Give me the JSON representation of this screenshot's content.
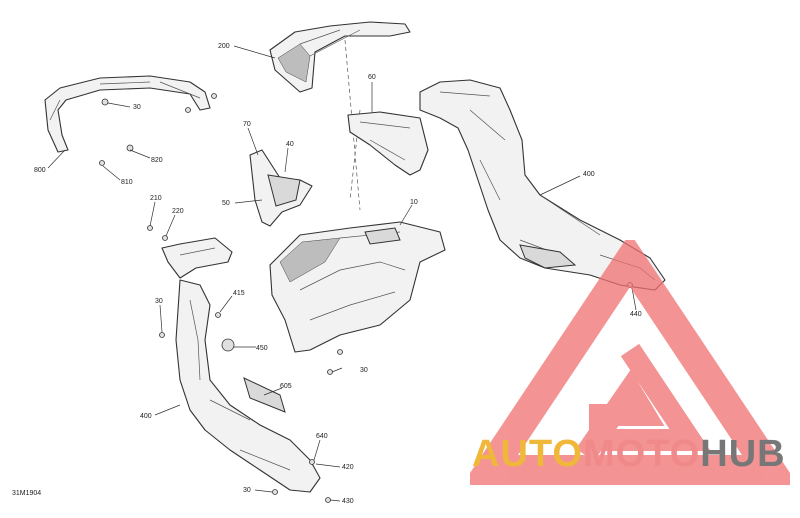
{
  "diagram": {
    "reference_code": "31M1904",
    "callouts": [
      "200",
      "30",
      "60",
      "70",
      "40",
      "50",
      "800",
      "820",
      "810",
      "210",
      "220",
      "10",
      "400",
      "30",
      "415",
      "450",
      "605",
      "400",
      "30",
      "640",
      "420",
      "30",
      "430",
      "440"
    ]
  },
  "watermark": {
    "text_auto": "AUTO",
    "text_moto": "MOTO",
    "text_hub": "HUB",
    "color_auto": "#f0b83a",
    "color_moto": "#f08a8a",
    "color_hub": "#777777",
    "logo_color": "#f07070"
  }
}
